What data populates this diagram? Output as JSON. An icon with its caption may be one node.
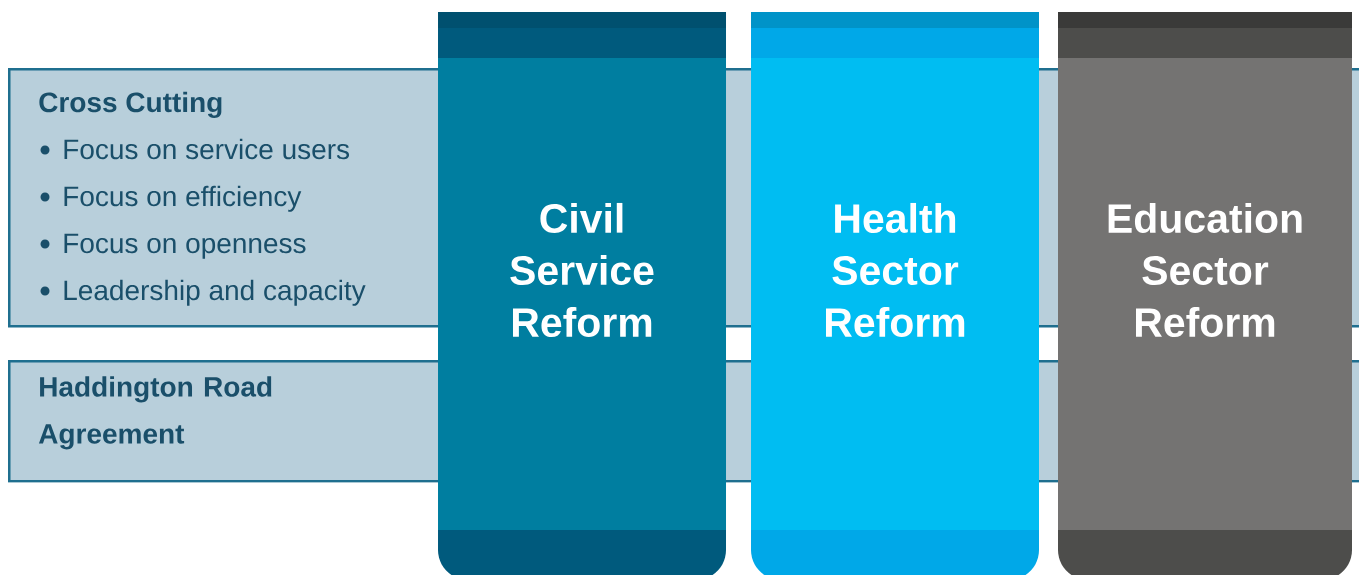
{
  "diagram": {
    "nodes": [
      {
        "text": [
          "Cross Cutting",
          "Focus on service users",
          "Focus on efficiency",
          "Focus on openness",
          "Leadership and capacity"
        ]
      },
      {
        "text": [
          "Haddington Road Agreement"
        ]
      },
      {
        "text": [
          "Civil Service Reform"
        ]
      },
      {
        "text": [
          "Health Sector Reform"
        ]
      },
      {
        "text": [
          "Education Sector Reform"
        ]
      }
    ]
  }
}
